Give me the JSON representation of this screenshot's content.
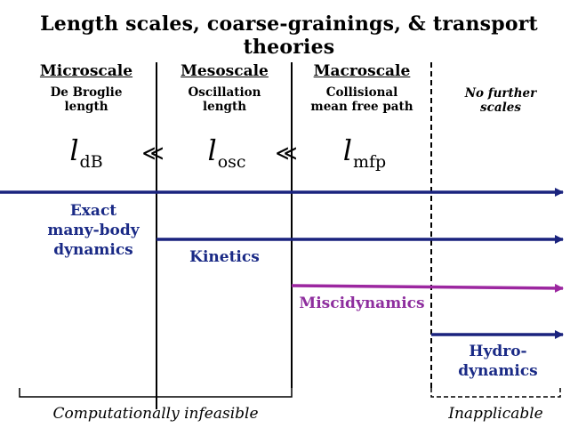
{
  "title": "Length scales, coarse-grainings, & transport theories",
  "columns": [
    {
      "heading": "Microscale",
      "line1": "De Broglie",
      "line2": "length"
    },
    {
      "heading": "Mesoscale",
      "line1": "Oscillation",
      "line2": "length"
    },
    {
      "heading": "Macroscale",
      "line1": "Collisional",
      "line2": "mean free path"
    },
    {
      "heading": "",
      "line1": "No further",
      "line2": "scales"
    }
  ],
  "symbols": {
    "l_db": {
      "base": "l",
      "sub": "dB"
    },
    "l_osc": {
      "base": "l",
      "sub": "osc"
    },
    "l_mfp": {
      "base": "l",
      "sub": "mfp"
    },
    "much_less": "≪"
  },
  "theories": {
    "exact": [
      "Exact",
      "many-body",
      "dynamics"
    ],
    "kinetics": "Kinetics",
    "miscidynamics": "Miscidynamics",
    "hydro": [
      "Hydro-",
      "dynamics"
    ]
  },
  "regions": {
    "left": "Computationally infeasible",
    "right": "Inapplicable"
  },
  "colors": {
    "navy": "#1a237e",
    "magenta": "#9c27a0",
    "text_navy": "#1a2a86",
    "text_magenta": "#8e2e9e"
  }
}
